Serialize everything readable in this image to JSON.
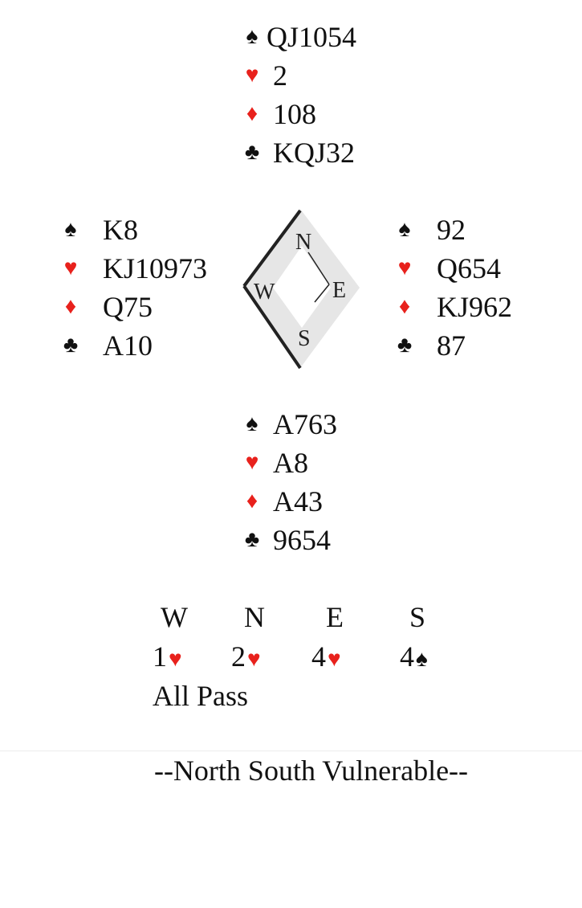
{
  "hands": {
    "north": [
      {
        "suit": "spades",
        "glyph": "♠",
        "holding": "QJ1054"
      },
      {
        "suit": "hearts",
        "glyph": "♥",
        "holding": "2"
      },
      {
        "suit": "diamonds",
        "glyph": "♦",
        "holding": "108"
      },
      {
        "suit": "clubs",
        "glyph": "♣",
        "holding": "KQJ32"
      }
    ],
    "west": [
      {
        "suit": "spades",
        "glyph": "♠",
        "holding": "K8"
      },
      {
        "suit": "hearts",
        "glyph": "♥",
        "holding": "KJ10973"
      },
      {
        "suit": "diamonds",
        "glyph": "♦",
        "holding": "Q75"
      },
      {
        "suit": "clubs",
        "glyph": "♣",
        "holding": "A10"
      }
    ],
    "east": [
      {
        "suit": "spades",
        "glyph": "♠",
        "holding": "92"
      },
      {
        "suit": "hearts",
        "glyph": "♥",
        "holding": "Q654"
      },
      {
        "suit": "diamonds",
        "glyph": "♦",
        "holding": "KJ962"
      },
      {
        "suit": "clubs",
        "glyph": "♣",
        "holding": "87"
      }
    ],
    "south": [
      {
        "suit": "spades",
        "glyph": "♠",
        "holding": "A763"
      },
      {
        "suit": "hearts",
        "glyph": "♥",
        "holding": "A8"
      },
      {
        "suit": "diamonds",
        "glyph": "♦",
        "holding": "A43"
      },
      {
        "suit": "clubs",
        "glyph": "♣",
        "holding": "9654"
      }
    ]
  },
  "compass": {
    "north": "N",
    "south": "S",
    "east": "E",
    "west": "W"
  },
  "auction": {
    "header": [
      "W",
      "N",
      "E",
      "S"
    ],
    "bids": [
      {
        "level": "1",
        "glyph": "♥",
        "suit": "hearts"
      },
      {
        "level": "2",
        "glyph": "♥",
        "suit": "hearts"
      },
      {
        "level": "4",
        "glyph": "♥",
        "suit": "hearts"
      },
      {
        "level": "4",
        "glyph": "♠",
        "suit": "spades"
      }
    ],
    "final": "All Pass"
  },
  "vulnerability": "--North South Vulnerable--",
  "colors": {
    "red_suit": "#e8211c",
    "black_suit": "#111111",
    "compass_fill": "#e6e6e6"
  }
}
